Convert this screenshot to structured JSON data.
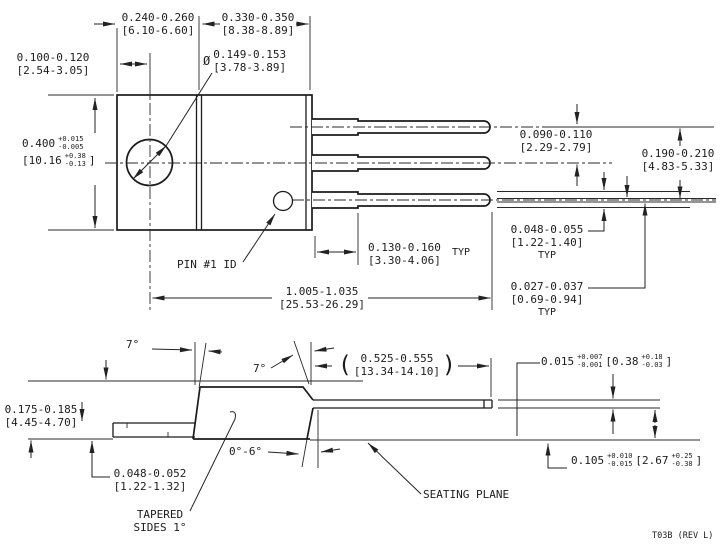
{
  "doc": {
    "number": "T03B (REV L)"
  },
  "labels": {
    "pin1": "PIN #1 ID",
    "seating_plane": "SEATING PLANE",
    "tapered_1": "TAPERED",
    "tapered_2": "SIDES 1°",
    "typ": "TYP",
    "dia_symbol": "Ø",
    "paren_open": "(",
    "paren_close": ")",
    "bracket_close": "]"
  },
  "dims": {
    "tab_length": {
      "inch": "0.240-0.260",
      "mm": "[6.10-6.60]"
    },
    "body_length": {
      "inch": "0.330-0.350",
      "mm": "[8.38-8.89]"
    },
    "hole_offset": {
      "inch": "0.100-0.120",
      "mm": "[2.54-3.05]"
    },
    "hole_diameter": {
      "inch": "0.149-0.153",
      "mm": "[3.78-3.89]"
    },
    "body_width": {
      "inch": "0.400",
      "tol_plus": "+0.015",
      "tol_minus": "-0.005",
      "mm": "[10.16",
      "mm_tol_plus": "+0.38",
      "mm_tol_minus": "-0.13"
    },
    "lead_pitch": {
      "inch": "0.090-0.110",
      "mm": "[2.29-2.79]"
    },
    "lead_span": {
      "inch": "0.190-0.210",
      "mm": "[4.83-5.33]"
    },
    "lead_shoulder": {
      "inch": "0.130-0.160",
      "mm": "[3.30-4.06]"
    },
    "lead_width": {
      "inch": "0.048-0.055",
      "mm": "[1.22-1.40]"
    },
    "lead_thickness": {
      "inch": "0.027-0.037",
      "mm": "[0.69-0.94]"
    },
    "overall_length": {
      "inch": "1.005-1.035",
      "mm": "[25.53-26.29]"
    },
    "body_height": {
      "inch": "0.175-0.185",
      "mm": "[4.45-4.70]"
    },
    "tab_thickness": {
      "inch": "0.048-0.052",
      "mm": "[1.22-1.32]"
    },
    "body_top_length": {
      "inch": "0.525-0.555",
      "mm": "[13.34-14.10]"
    },
    "lead_foot_thickness": {
      "inch": "0.015",
      "tol_plus": "+0.007",
      "tol_minus": "-0.001",
      "mm": "[0.38",
      "mm_tol_plus": "+0.18",
      "mm_tol_minus": "-0.03"
    },
    "standoff": {
      "inch": "0.105",
      "tol_plus": "+0.010",
      "tol_minus": "-0.015",
      "mm": "[2.67",
      "mm_tol_plus": "+0.25",
      "mm_tol_minus": "-0.38"
    },
    "angle_left": "7°",
    "angle_right": "7°",
    "angle_draft": "0°-6°"
  }
}
